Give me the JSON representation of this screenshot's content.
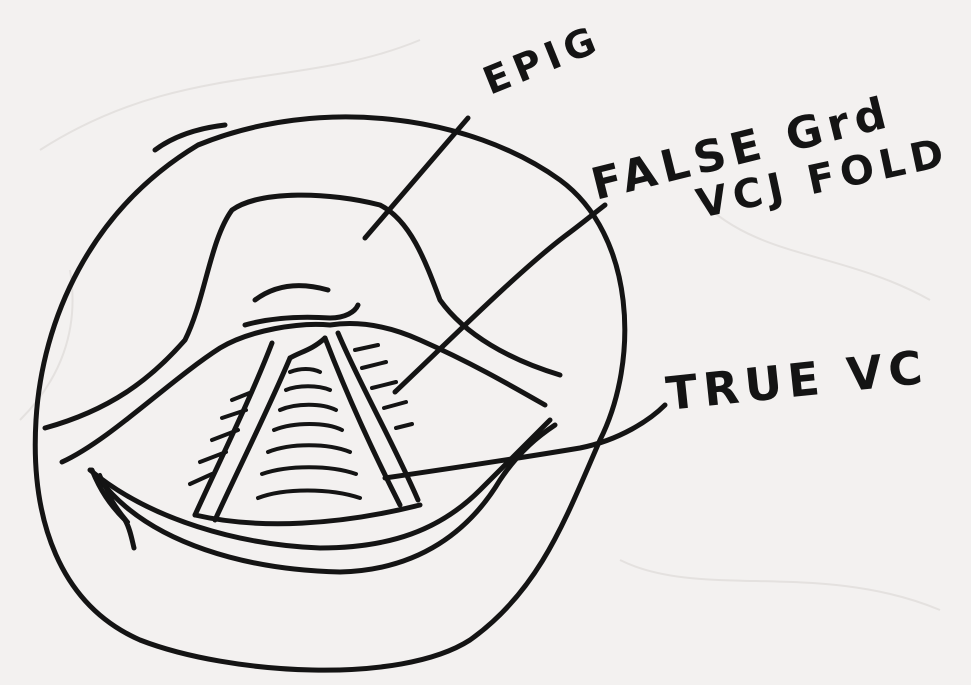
{
  "labels": {
    "epiglottis": "EPIG",
    "false_cord_line1": "FALSE Grd",
    "false_cord_line2": "VCJ FOLD",
    "true_cord": "TRUE VC"
  },
  "colors": {
    "ink": "#141414",
    "paper": "#f3f1f0"
  }
}
